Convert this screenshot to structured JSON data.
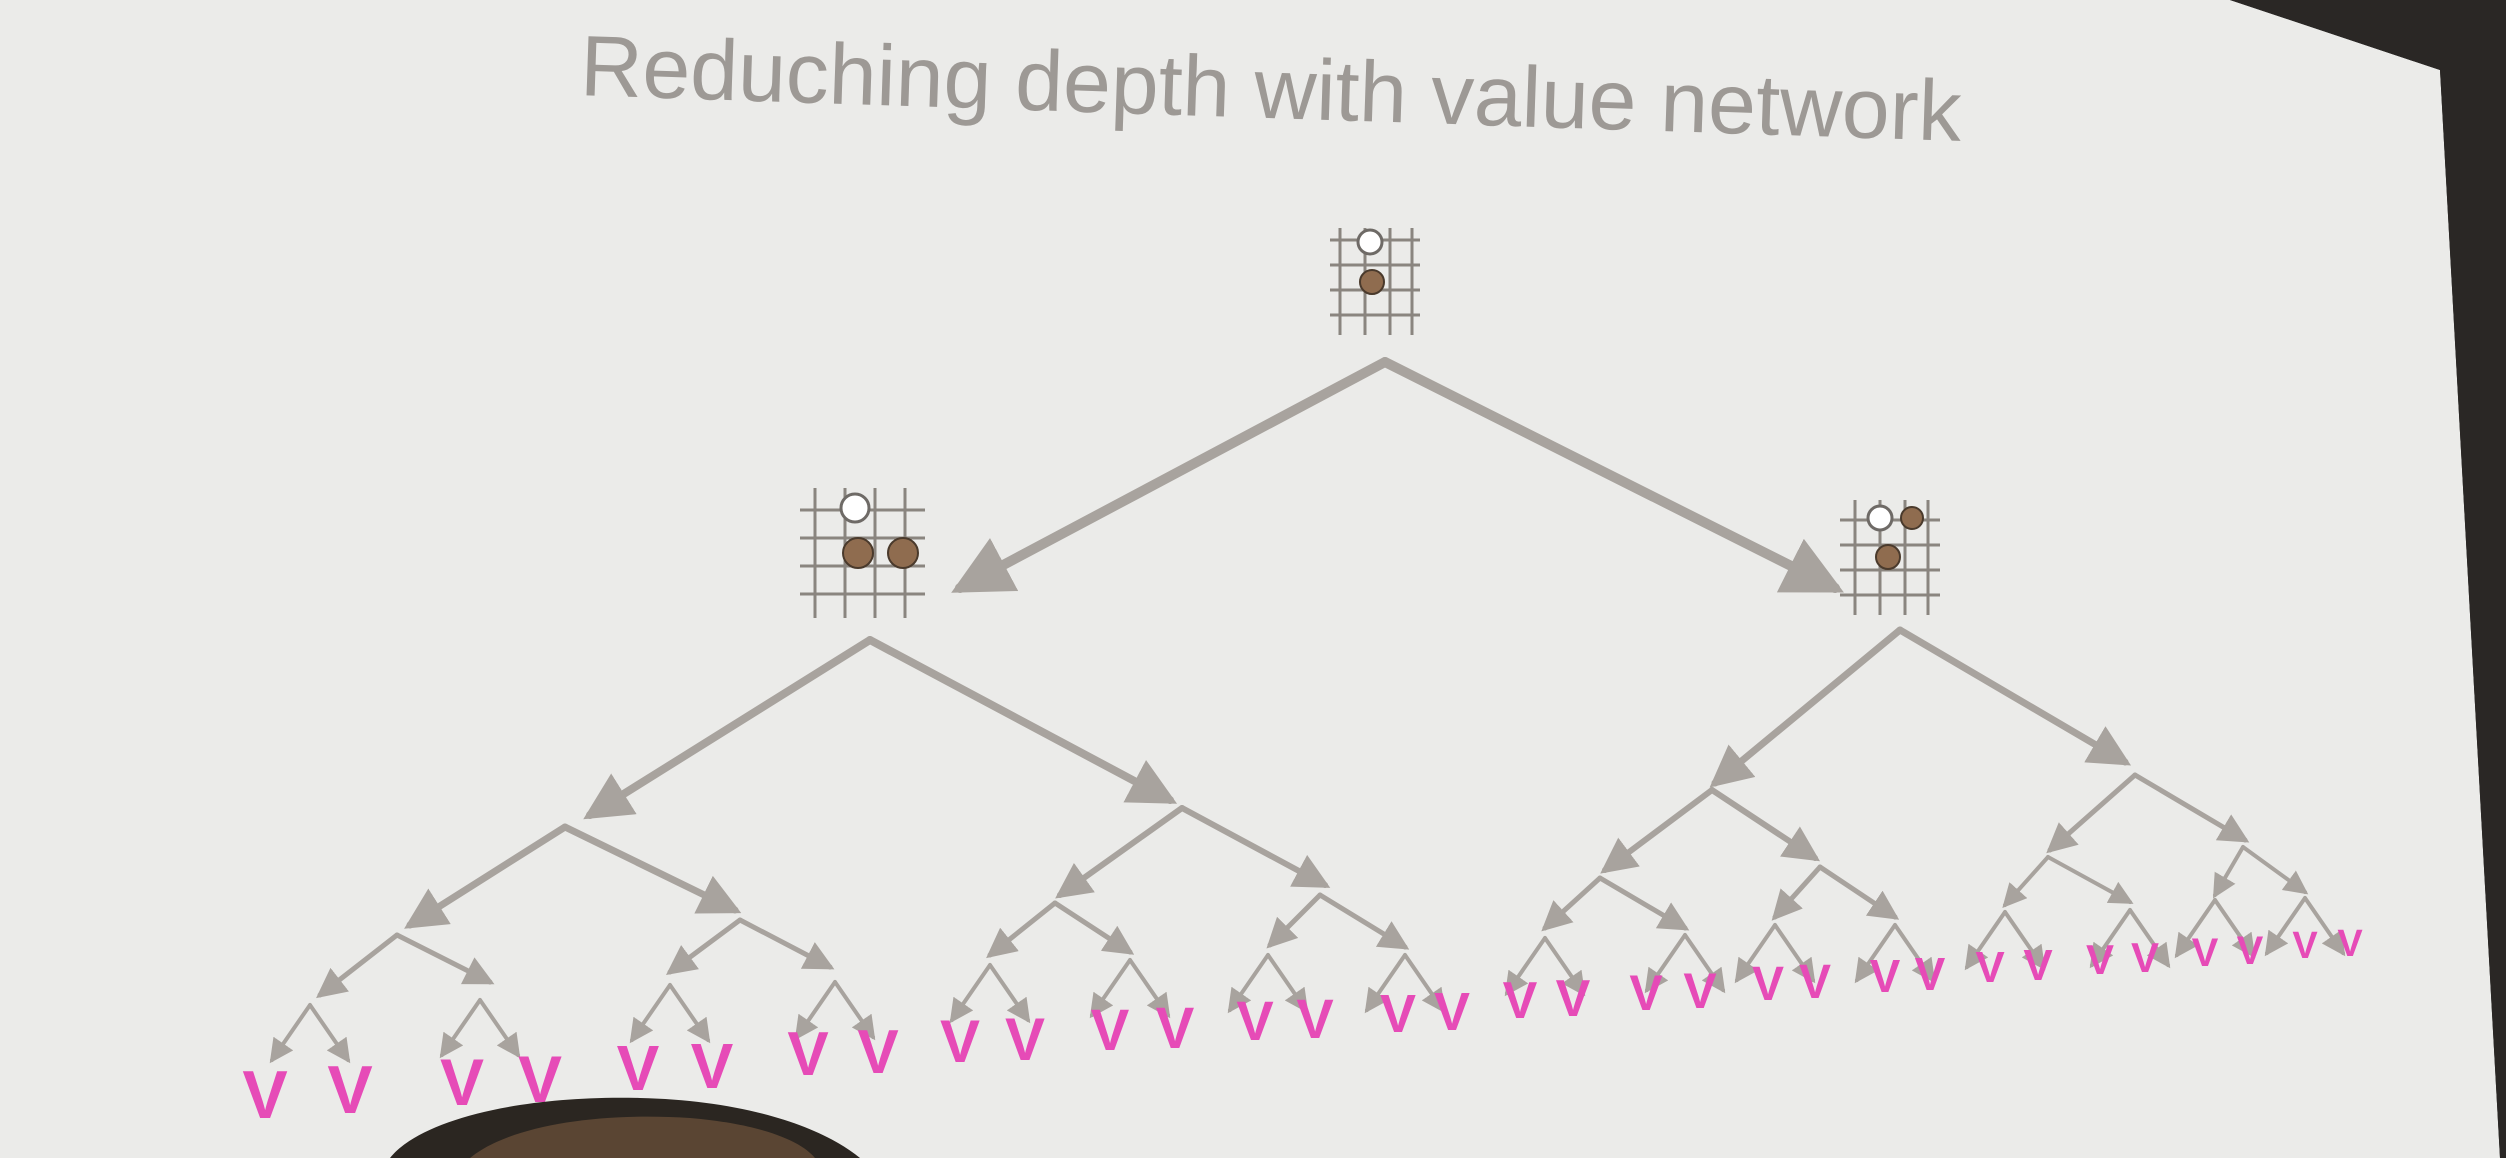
{
  "slide": {
    "title": "Reduching depth with value network"
  },
  "leaf_label": "V",
  "colors": {
    "slide_background": "#ebebe9",
    "title_text": "#9d9995",
    "arrow": "#a8a39e",
    "leaf_label": "#e64bb7",
    "black_stone": "#8f6c4f",
    "white_stone": "#ffffff"
  },
  "boards": {
    "root": {
      "stones": [
        "white",
        "black"
      ]
    },
    "left": {
      "stones": [
        "white",
        "black",
        "black"
      ]
    },
    "right": {
      "stones": [
        "white",
        "black",
        "black"
      ]
    }
  }
}
